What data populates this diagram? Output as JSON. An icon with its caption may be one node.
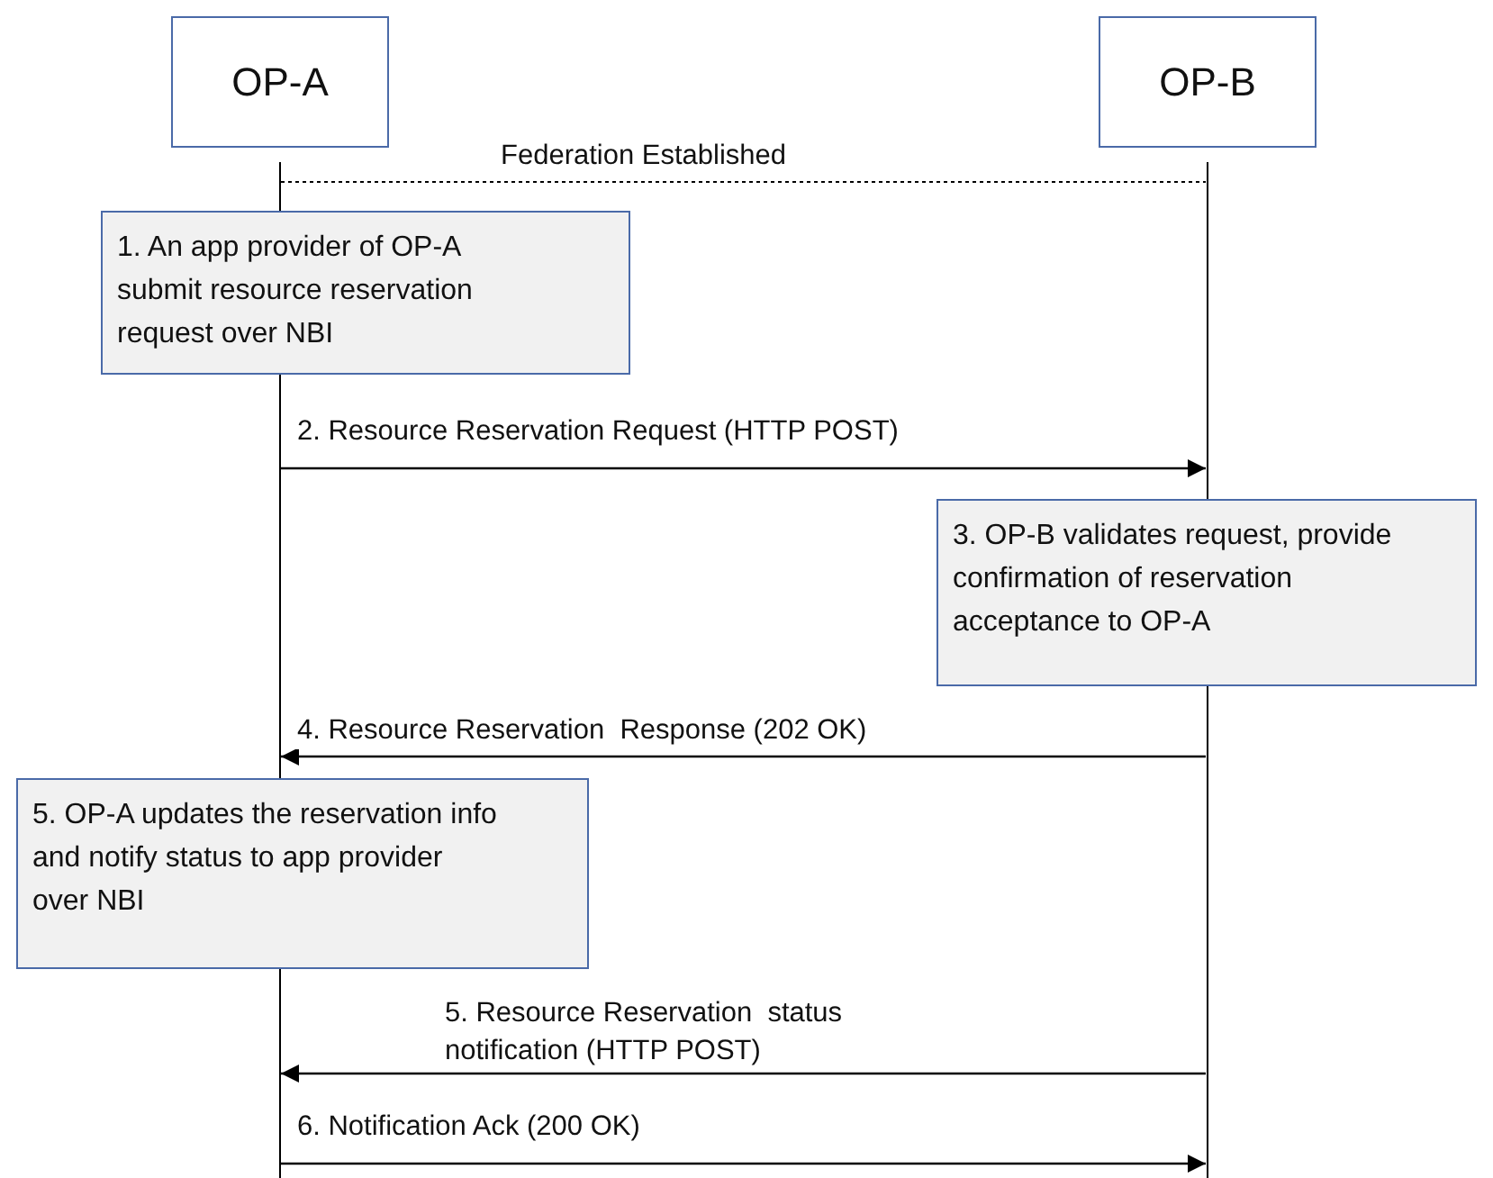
{
  "diagram": {
    "nodes": [
      {
        "text": [
          "OP-A"
        ]
      },
      {
        "text": [
          "OP-B"
        ]
      },
      {
        "text": [
          "1. An app provider of OP-A submit resource reservation request over NBI"
        ]
      },
      {
        "text": [
          "3. OP-B validates request, provide confirmation of reservation acceptance to OP-A"
        ]
      },
      {
        "text": [
          "5. OP-A updates the reservation info and notify status to app provider over NBI"
        ]
      },
      {
        "text": [],
        "shape": "line"
      },
      {
        "text": [],
        "shape": "line"
      }
    ],
    "edges": [
      {
        "from": 5,
        "to": 6,
        "arrow": "none",
        "style": "dashed",
        "label": "Federation Established"
      },
      {
        "from": 5,
        "to": 6,
        "arrow": "to",
        "label": "2. Resource Reservation Request (HTTP POST)"
      },
      {
        "from": 6,
        "to": 5,
        "arrow": "to",
        "label": "4. Resource Reservation  Response (202 OK)"
      },
      {
        "from": 6,
        "to": 5,
        "arrow": "to",
        "label": "5. Resource Reservation  status notification (HTTP POST)"
      },
      {
        "from": 5,
        "to": 6,
        "arrow": "to",
        "label": "6. Notification Ack (200 OK)"
      }
    ]
  }
}
